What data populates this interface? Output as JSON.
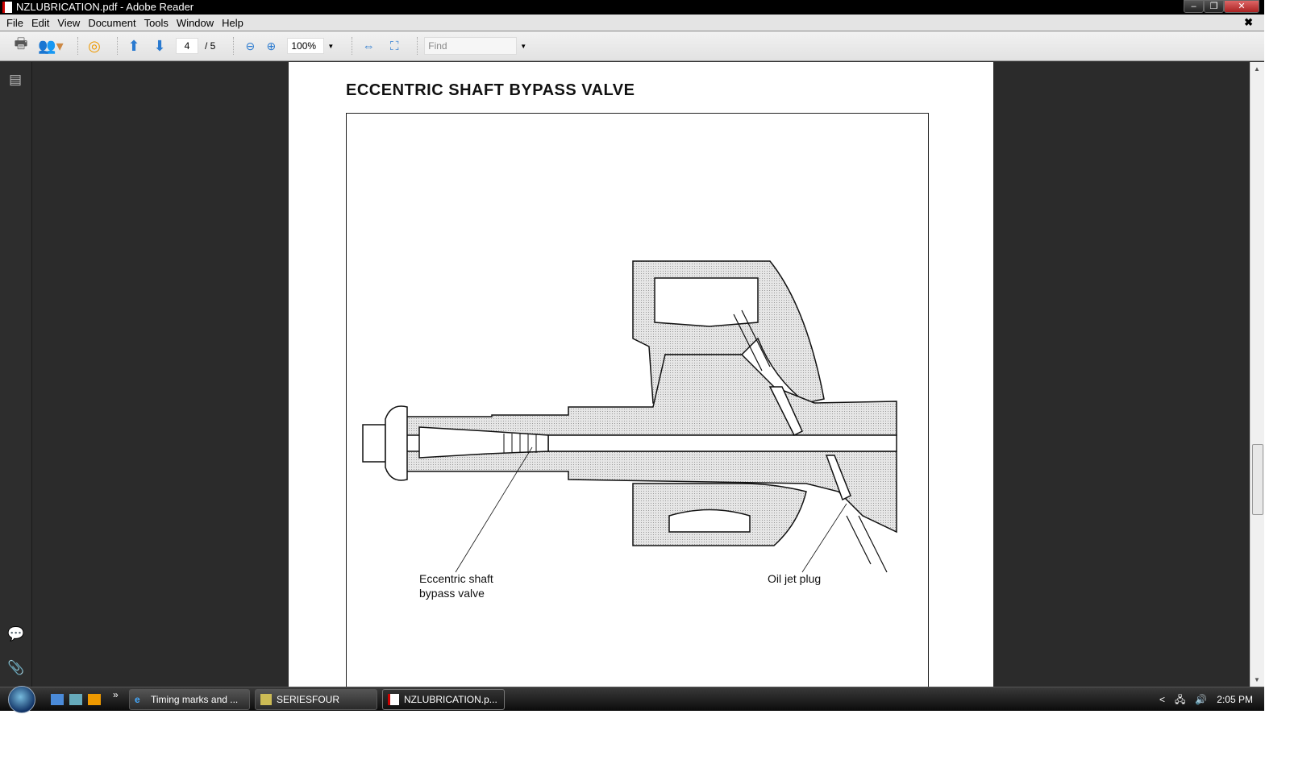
{
  "window": {
    "title": "NZLUBRICATION.pdf - Adobe Reader",
    "minimize": "–",
    "restore": "❐",
    "close": "✕"
  },
  "menu": {
    "items": [
      "File",
      "Edit",
      "View",
      "Document",
      "Tools",
      "Window",
      "Help"
    ],
    "doc_close": "✖"
  },
  "toolbar": {
    "current_page": "4",
    "total_pages": "/ 5",
    "zoom": "100%",
    "find_placeholder": "Find"
  },
  "document": {
    "heading": "ECCENTRIC SHAFT BYPASS VALVE",
    "label_valve_line1": "Eccentric shaft",
    "label_valve_line2": "bypass valve",
    "label_plug": "Oil jet plug"
  },
  "taskbar": {
    "tasks": [
      {
        "label": "Timing marks and ..."
      },
      {
        "label": "SERIESFOUR"
      },
      {
        "label": "NZLUBRICATION.p..."
      }
    ],
    "more": "»",
    "tray_chevron": "<",
    "clock": "2:05 PM"
  }
}
